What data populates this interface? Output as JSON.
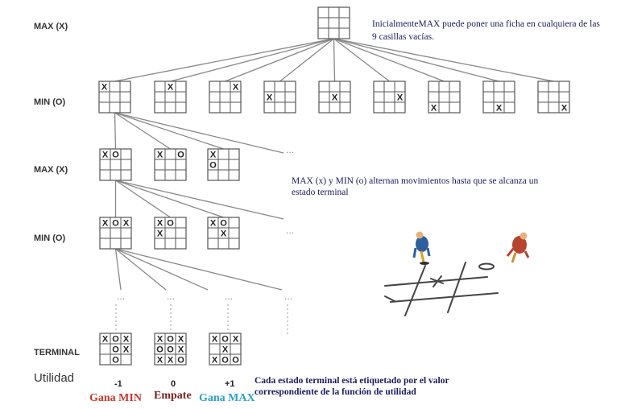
{
  "levels": [
    "MAX (X)",
    "MIN (O)",
    "MAX (X)",
    "MIN (O)",
    "TERMINAL"
  ],
  "utility_label": "Utilidad",
  "notes": {
    "top": "InicialmenteMAX puede poner una ficha en cualquiera de las 9 casillas vacías.",
    "middle": "MAX (x) y MIN (o) alternan movimientos hasta que se alcanza un estado terminal",
    "bottom": "Cada estado terminal está etiquetado por el valor correspondiente de la función de utilidad"
  },
  "ellipsis": "...",
  "utilities": [
    "-1",
    "0",
    "+1"
  ],
  "outcomes": [
    {
      "label": "Gana MIN",
      "color": "#c0392b"
    },
    {
      "label": "Empate",
      "color": "#7b1e1e"
    },
    {
      "label": "Gana MAX",
      "color": "#2aa0c8"
    }
  ],
  "boards": {
    "root": [
      "",
      "",
      "",
      "",
      "",
      "",
      "",
      "",
      ""
    ],
    "level1": [
      [
        "X",
        "",
        "",
        "",
        "",
        "",
        "",
        "",
        ""
      ],
      [
        "",
        "X",
        "",
        "",
        "",
        "",
        "",
        "",
        ""
      ],
      [
        "",
        "",
        "X",
        "",
        "",
        "",
        "",
        "",
        ""
      ],
      [
        "",
        "",
        "",
        "X",
        "",
        "",
        "",
        "",
        ""
      ],
      [
        "",
        "",
        "",
        "",
        "X",
        "",
        "",
        "",
        ""
      ],
      [
        "",
        "",
        "",
        "",
        "",
        "X",
        "",
        "",
        ""
      ],
      [
        "",
        "",
        "",
        "",
        "",
        "",
        "X",
        "",
        ""
      ],
      [
        "",
        "",
        "",
        "",
        "",
        "",
        "",
        "X",
        ""
      ],
      [
        "",
        "",
        "",
        "",
        "",
        "",
        "",
        "",
        "X"
      ]
    ],
    "level2": [
      [
        "X",
        "O",
        "",
        "",
        "",
        "",
        "",
        "",
        ""
      ],
      [
        "X",
        "",
        "O",
        "",
        "",
        "",
        "",
        "",
        ""
      ],
      [
        "X",
        "",
        "",
        "O",
        "",
        "",
        "",
        "",
        ""
      ]
    ],
    "level3": [
      [
        "X",
        "O",
        "X",
        "",
        "",
        "",
        "",
        "",
        ""
      ],
      [
        "X",
        "O",
        "",
        "X",
        "",
        "",
        "",
        "",
        ""
      ],
      [
        "X",
        "O",
        "",
        "",
        "X",
        "",
        "",
        "",
        ""
      ]
    ],
    "terminal": [
      [
        "X",
        "O",
        "X",
        "",
        "O",
        "X",
        "",
        "O",
        ""
      ],
      [
        "X",
        "O",
        "X",
        "O",
        "O",
        "X",
        "X",
        "X",
        "O"
      ],
      [
        "X",
        "O",
        "X",
        "",
        "X",
        "",
        "X",
        "O",
        "O"
      ]
    ]
  }
}
